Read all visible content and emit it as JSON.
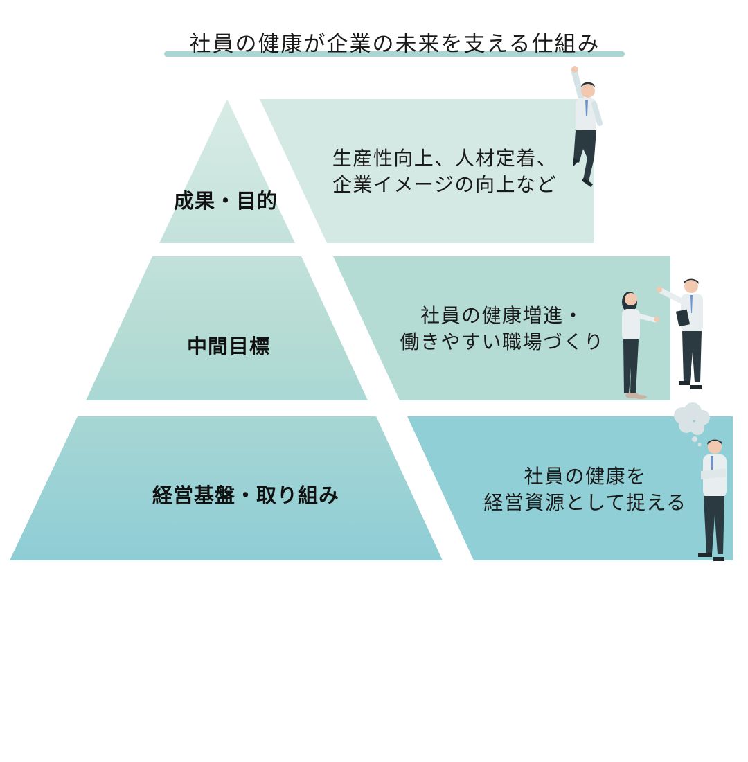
{
  "title": "社員の健康が企業の未来を支える仕組み",
  "colors": {
    "underline": "#a9d6d2",
    "tier_top": "#d4e9e3",
    "tier_middle": "#b4dcd4",
    "tier_bottom": "#8fcfd5"
  },
  "tiers": [
    {
      "label": "成果・目的",
      "description": [
        "生産性向上、人材定着、",
        "企業イメージの向上など"
      ]
    },
    {
      "label": "中間目標",
      "description": [
        "社員の健康増進・",
        "働きやすい職場づくり"
      ]
    },
    {
      "label": "経営基盤・取り組み",
      "description": [
        "社員の健康を",
        "経営資源として捉える"
      ]
    }
  ],
  "illustrations": [
    {
      "icon": "businessman-cheering-icon"
    },
    {
      "icon": "businesswoman-presenting-icon"
    },
    {
      "icon": "businessman-clipboard-icon"
    },
    {
      "icon": "businessman-thinking-icon"
    },
    {
      "icon": "thought-bubble-icon"
    }
  ]
}
